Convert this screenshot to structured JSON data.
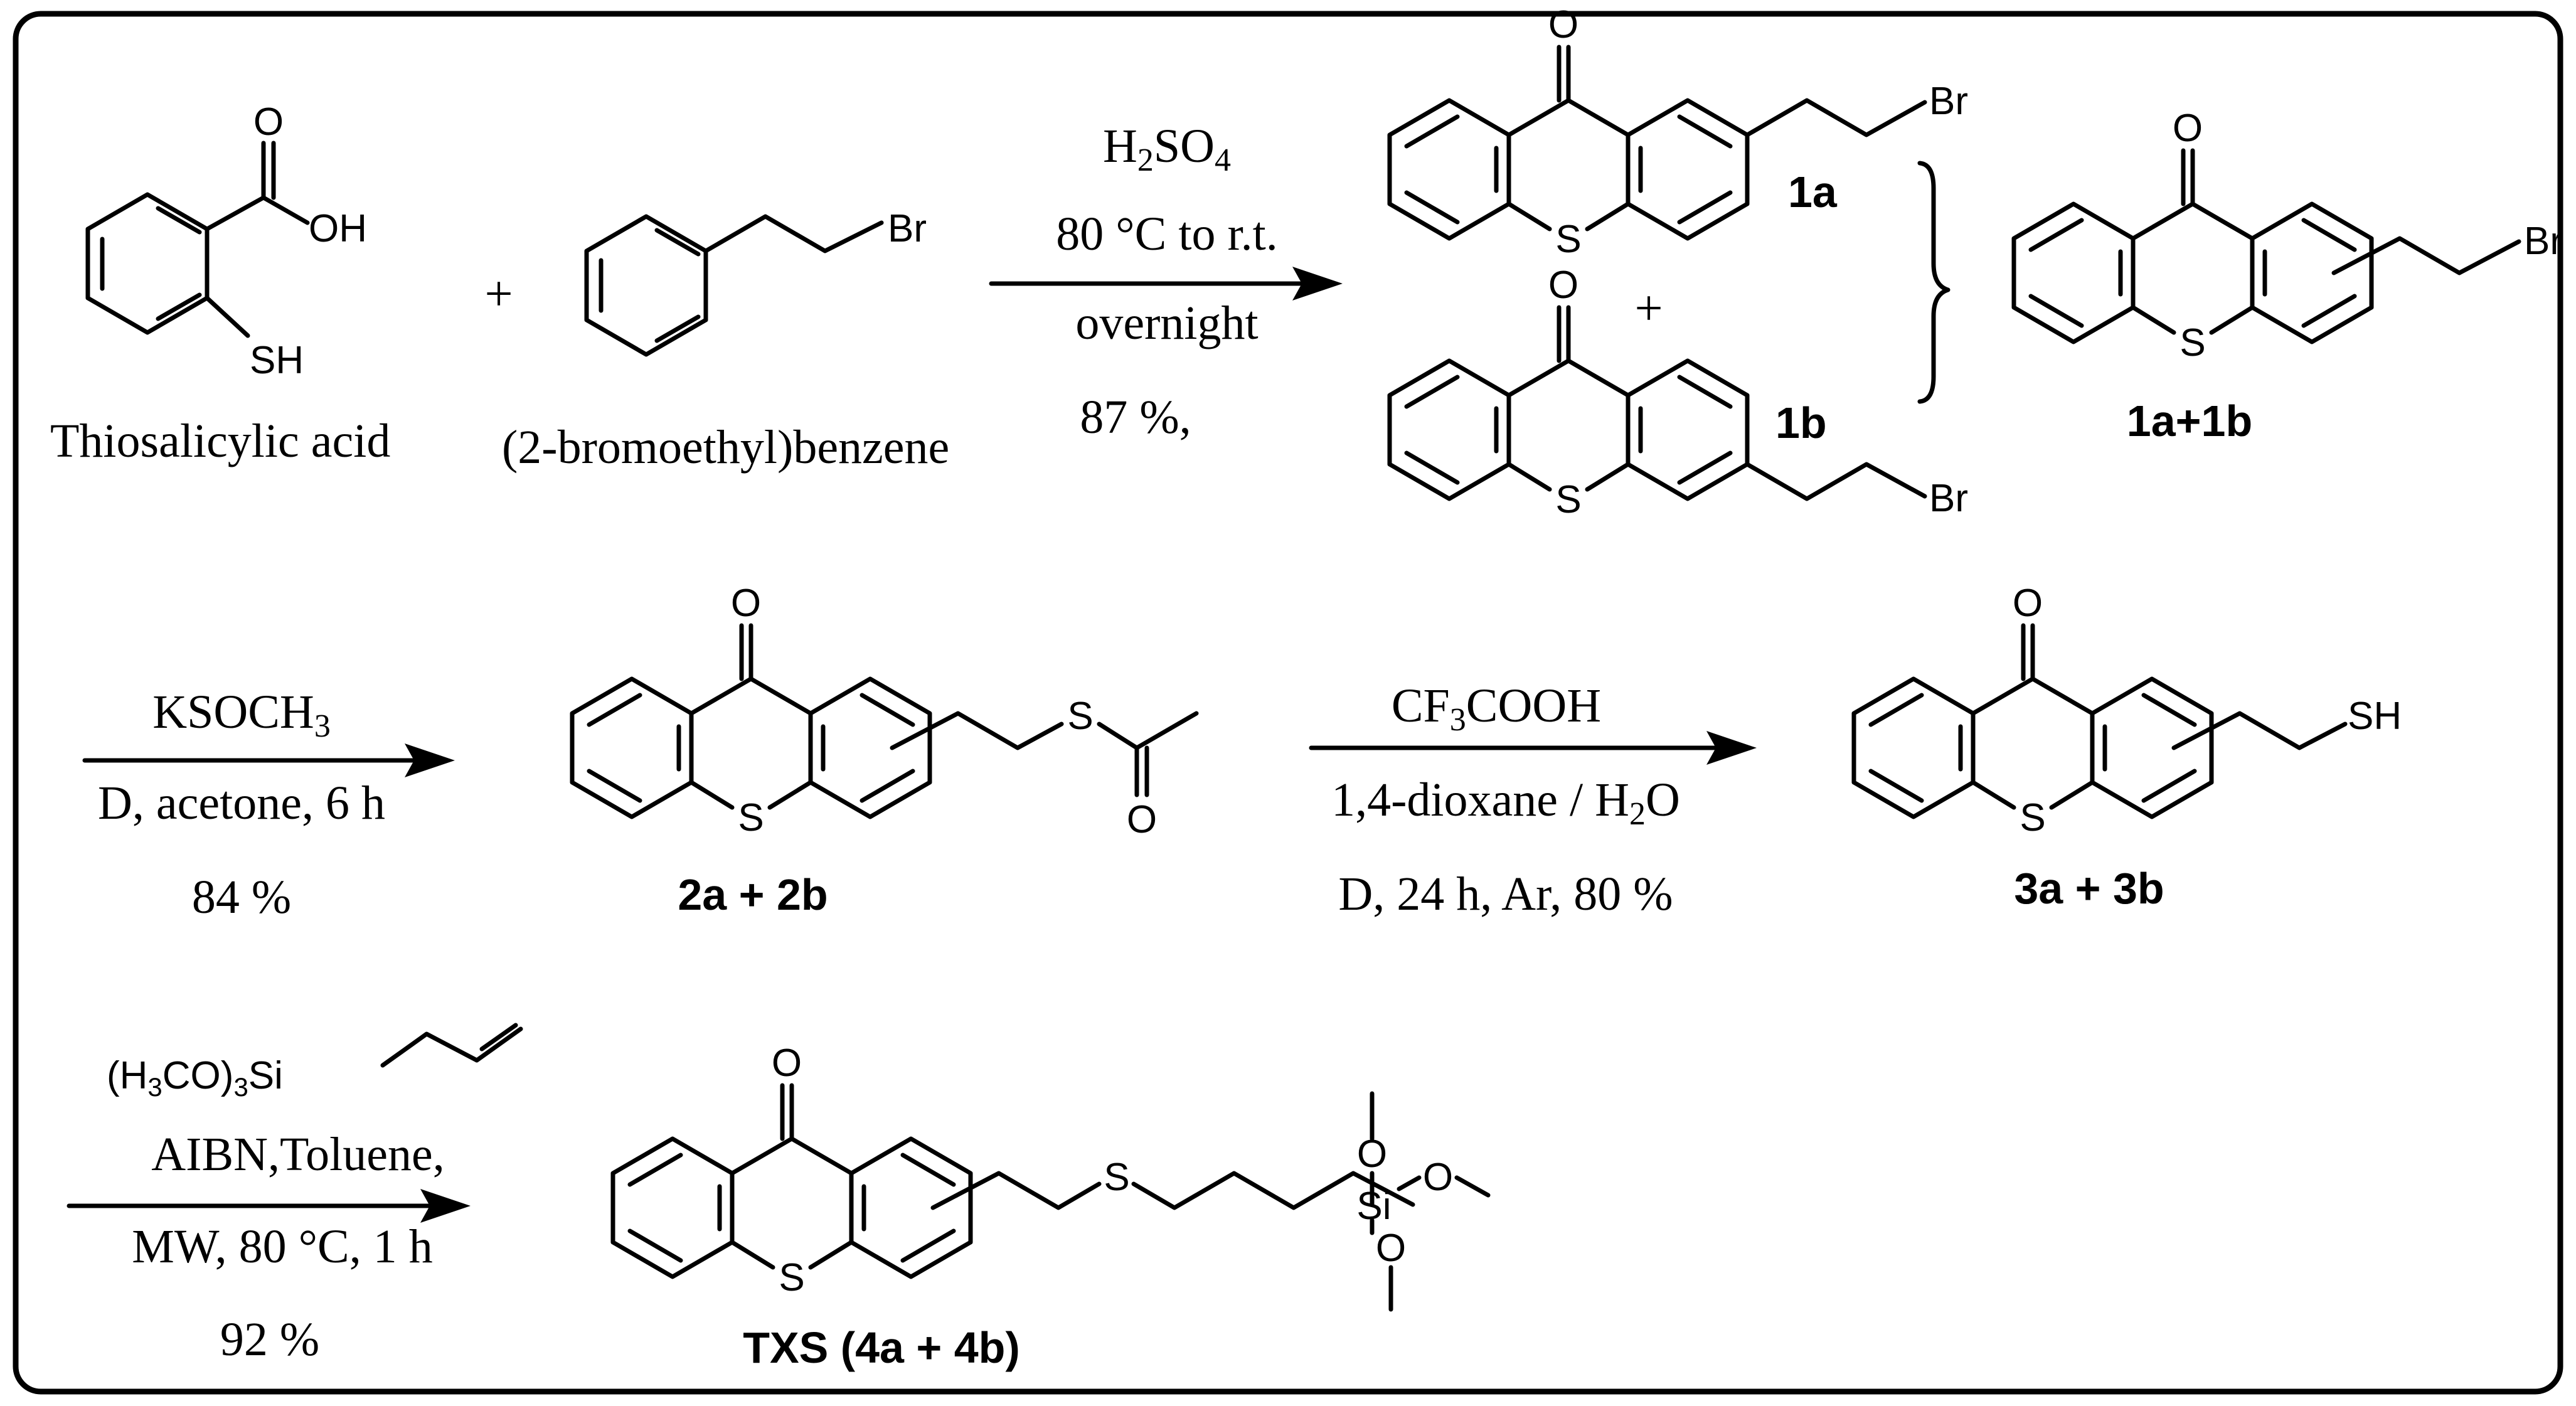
{
  "reactants": {
    "thiosalicylic_acid": {
      "name": "Thiosalicylic acid",
      "o_label": "O",
      "oh_label": "OH",
      "sh_label": "SH"
    },
    "plus": "+",
    "bromoethylbenzene": {
      "name": "(2-bromoethyl)benzene",
      "br_label": "Br"
    }
  },
  "step1": {
    "reagent": "H2SO4",
    "conditions": "80 °C to r.t.",
    "time": "overnight",
    "yield": "87 %,"
  },
  "products1": {
    "isomer_a": {
      "label": "1a",
      "o_label": "O",
      "s_label": "S",
      "br_label": "Br"
    },
    "plus": "+",
    "isomer_b": {
      "label": "1b",
      "o_label": "O",
      "s_label": "S",
      "br_label": "Br"
    },
    "mixture": {
      "label": "1a+1b",
      "o_label": "O",
      "s_label": "S",
      "br_label": "Br"
    }
  },
  "step2": {
    "reagent": "KSOCH3",
    "conditions": "D, acetone, 6 h",
    "yield": "84 %"
  },
  "product2": {
    "label": "2a + 2b",
    "o_label": "O",
    "s_label": "S",
    "s_chain_label": "S",
    "o_acyl_label": "O"
  },
  "step3": {
    "reagent": "CF3COOH",
    "solvent": "1,4-dioxane / H2O",
    "conditions": "D, 24 h, Ar, 80 %"
  },
  "product3": {
    "label": "3a + 3b",
    "o_label": "O",
    "s_label": "S",
    "sh_label": "SH"
  },
  "step4": {
    "reagent": "(H3CO)3Si",
    "solvent": "AIBN,Toluene,",
    "conditions": "MW, 80 °C, 1 h",
    "yield": "92 %"
  },
  "product4": {
    "label": "TXS (4a + 4b)",
    "o_label": "O",
    "s_label": "S",
    "s_chain_label": "S",
    "si_label": "Si",
    "o1_label": "O",
    "o2_label": "O",
    "o3_label": "O"
  }
}
